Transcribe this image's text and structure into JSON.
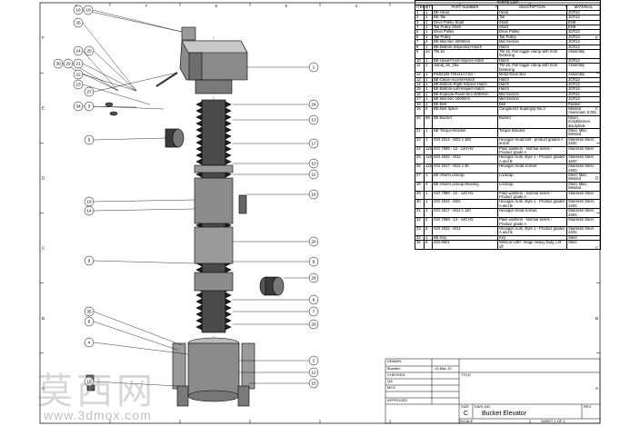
{
  "parts_list": {
    "caption": "PARTS LIST",
    "headers": [
      "ITEM",
      "QTY",
      "PART NUMBER",
      "DESCRIPTION",
      "MATERIAL"
    ],
    "rows": [
      [
        "1",
        "1",
        "BE-Head",
        "Head",
        "JCR12"
      ],
      [
        "2",
        "1",
        "BE-Tail",
        "Tail",
        "JCR12"
      ],
      [
        "3",
        "1",
        "Drive Pulley Shaft",
        "Shaft",
        "EN8"
      ],
      [
        "4",
        "1",
        "Tail Pulley Shaft",
        "Shaft",
        "EN8"
      ],
      [
        "5",
        "1",
        "Drive Pulley",
        "Drive Pulley",
        "JCR12"
      ],
      [
        "6",
        "1",
        "Tail Pulley",
        "Tail Pulley",
        "JCR12"
      ],
      [
        "7",
        "2",
        "BE-Mid-Sec-2000mm",
        "Mid Section",
        "JCR12"
      ],
      [
        "8",
        "1",
        "BE-Bottom-Inspection-Hatch",
        "Hatch",
        "JCR12"
      ],
      [
        "9",
        "24",
        "TM 16",
        "TM 16, Pull toggle clamp with front fastening",
        "Assembly"
      ],
      [
        "10",
        "1",
        "BE-Head-Front-Inspect-Hatch",
        "Hatch",
        "JCR12"
      ],
      [
        "11",
        "2",
        "clamp_tm_16a",
        "TM 16, Pull toggle clamp with front fastening",
        "Assembly"
      ],
      [
        "12",
        "1",
        "FKB2226 TRH41A7.5A--",
        "Motor/Gear Box",
        "Assembly"
      ],
      [
        "13",
        "1",
        "BE-Clean-Access-Hatch",
        "Hatch",
        "JCR12"
      ],
      [
        "14",
        "1",
        "BE-Bottom-Right-Inspect-Hatch",
        "Hatch",
        "JCR12"
      ],
      [
        "15",
        "1",
        "BE-Bottom-Left-Inspect-Hatch",
        "Hatch",
        "JCR12"
      ],
      [
        "16",
        "1",
        "BE-Explode-Panel-Sec-2000mm",
        "Mid Section",
        "JCR12"
      ],
      [
        "17",
        "1",
        "BE-Mid-Sec-1000mm",
        "Mid Section",
        "JCR12"
      ],
      [
        "18",
        "1",
        "BE-Belt",
        "Belt",
        "Rubber"
      ],
      [
        "19",
        "6",
        "BE-Belt Splice",
        "Cangibonrz Supergrip No.3",
        "Welded Aluminium 6 061"
      ],
      [
        "20",
        "88",
        "BE-Bucket",
        "Bucket",
        "Nylon, molybdenum disulphide"
      ],
      [
        "21",
        "1",
        "BE-Torque-Bracket",
        "Torque Bracket",
        "Steel, Mild, Welded"
      ],
      [
        "22",
        "1",
        "ISO 4014 - M22 x 160",
        "Hexagon head bolt - product grades A and B",
        "Stainless Steel, 440C"
      ],
      [
        "24",
        "122",
        "ISO 7089 - 12 - 140 HV",
        "Plain washers - Normal series - Product grade A",
        "Stainless Steel"
      ],
      [
        "25",
        "122",
        "ISO 4032 - M12",
        "Hexagon nuts, style 1 - Product grades A and B",
        "Stainless Steel, 440C"
      ],
      [
        "26",
        "122",
        "ISO 4017 - M12 x 45",
        "Hexagon head screws",
        "Stainless Steel, 440C"
      ],
      [
        "27",
        "1",
        "BE-Shaft-Lockcap",
        "Lockcap",
        "Steel, Mild, Welded"
      ],
      [
        "28",
        "3",
        "BE-Shaft-Lockcap-Bearing",
        "Lockcap",
        "Steel, Mild, Welded"
      ],
      [
        "29",
        "1",
        "ISO 7089 - 22 - 140 HV",
        "Plain washers - Normal series - Product grade A",
        "Stainless Steel"
      ],
      [
        "30",
        "1",
        "ISO 4032 - M22",
        "Hexagon nuts, style 1 - Product grades A and B",
        "Stainless Steel, 440C"
      ],
      [
        "31",
        "3",
        "ISO 4017 - M14 x 110",
        "Hexagon head screws",
        "Stainless Steel, 440C"
      ],
      [
        "32",
        "3",
        "ISO 7089 - 14 - 140 HV",
        "Plain washers - Normal series - Product grade A",
        "Stainless Steel"
      ],
      [
        "33",
        "3",
        "ISO 4032 - M14",
        "Hexagon nuts, style 1 - Product grades A and B",
        "Stainless Steel, 440C"
      ],
      [
        "34",
        "1",
        "BE-Key",
        "Key",
        "Steel"
      ],
      [
        "35",
        "8",
        "223-9501",
        "Weld-on 180° Hinge Heavy Duty, Lift-off",
        "Steel"
      ]
    ]
  },
  "title_block": {
    "drawn_label": "DRAWN",
    "drawn_by": "Bowden",
    "date": "13-Mar-13",
    "checked_label": "CHECKED",
    "qa_label": "QA",
    "mfg_label": "MFG",
    "approved_label": "APPROVED",
    "title_label": "TITLE",
    "size_label": "SIZE",
    "size": "C",
    "dwg_label": "DWG NO",
    "dwg_title": "Bucket Elevator",
    "rev_label": "REV",
    "scale_label": "SCALE",
    "sheet": "SHEET 1 OF 2"
  },
  "border": {
    "rows": [
      "F",
      "E",
      "D",
      "C",
      "B",
      "A"
    ],
    "cols": [
      "8",
      "7",
      "6",
      "5",
      "4",
      "3",
      "2",
      "1"
    ]
  },
  "balloons_left": [
    "16",
    "18",
    "26",
    "25",
    "24",
    "30",
    "29",
    "21",
    "22",
    "23",
    "27",
    "34",
    "3",
    "5",
    "19",
    "14",
    "9",
    "35",
    "8",
    "4",
    "15"
  ],
  "balloons_right": [
    "1",
    "24",
    "13",
    "17",
    "10",
    "11",
    "16",
    "20",
    "9",
    "28",
    "6",
    "7",
    "28",
    "2",
    "12",
    "15"
  ],
  "watermark": {
    "cn": "莫西网",
    "url": "www.3dmox.com"
  }
}
